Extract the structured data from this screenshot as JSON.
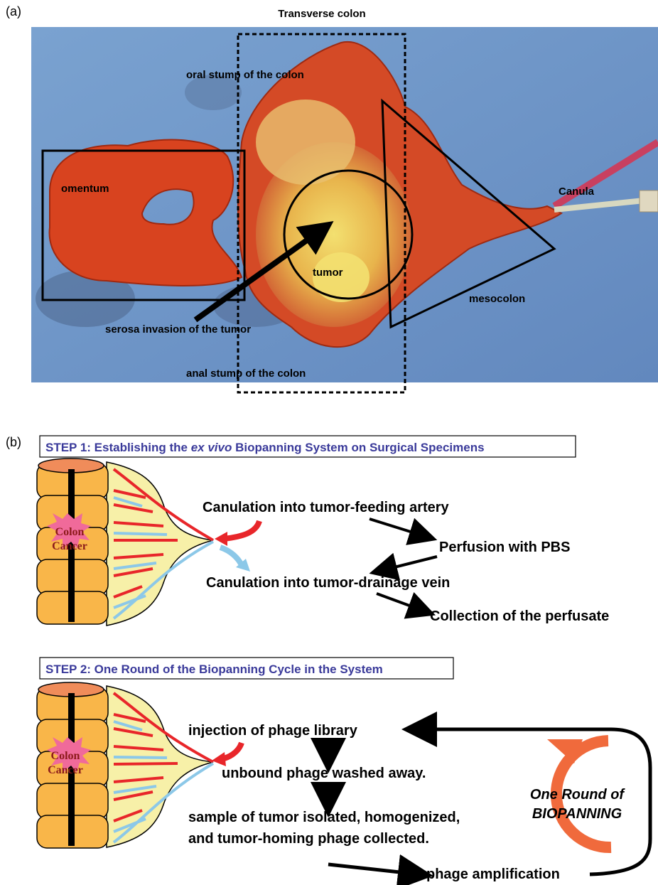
{
  "panel_a": {
    "letter": "(a)",
    "title": "Transverse colon",
    "labels": {
      "oral_stump": "oral stump of the colon",
      "omentum": "omentum",
      "canula": "Canula",
      "tumor": "tumor",
      "mesocolon": "mesocolon",
      "serosa_invasion": "serosa invasion of the tumor",
      "anal_stump": "anal stump of the colon"
    }
  },
  "panel_b": {
    "letter": "(b)",
    "step1": {
      "title_prefix": "STEP 1: Establishing the ",
      "title_italic": "ex vivo",
      "title_suffix": " Biopanning System on Surgical Specimens",
      "cancer_line1": "Colon",
      "cancer_line2": "Cancer",
      "flow": {
        "canulation_artery": "Canulation into tumor-feeding artery",
        "perfusion": "Perfusion with PBS",
        "canulation_vein": "Canulation into tumor-drainage vein",
        "collection": "Collection of the perfusate"
      }
    },
    "step2": {
      "title": "STEP 2: One Round of the Biopanning Cycle in the System",
      "cancer_line1": "Colon",
      "cancer_line2": "Cancer",
      "flow": {
        "injection": "injection of phage library",
        "unbound": "unbound phage washed away.",
        "sample_line1": "sample of tumor isolated, homogenized,",
        "sample_line2": "and tumor-homing phage collected.",
        "amplification": "phage amplification"
      },
      "cycle_line1": "One Round of",
      "cycle_line2": "BIOPANNING"
    }
  },
  "colors": {
    "step_title": "#3a3a9a",
    "artery_red": "#e8262a",
    "vein_blue": "#8cc8e8",
    "cycle_orange": "#f06a3c",
    "colon_orange": "#f9b649",
    "mesentery_yellow": "#f7f0a8",
    "cancer_pink": "#f06a9a",
    "photo_background": "#6e96c8"
  }
}
